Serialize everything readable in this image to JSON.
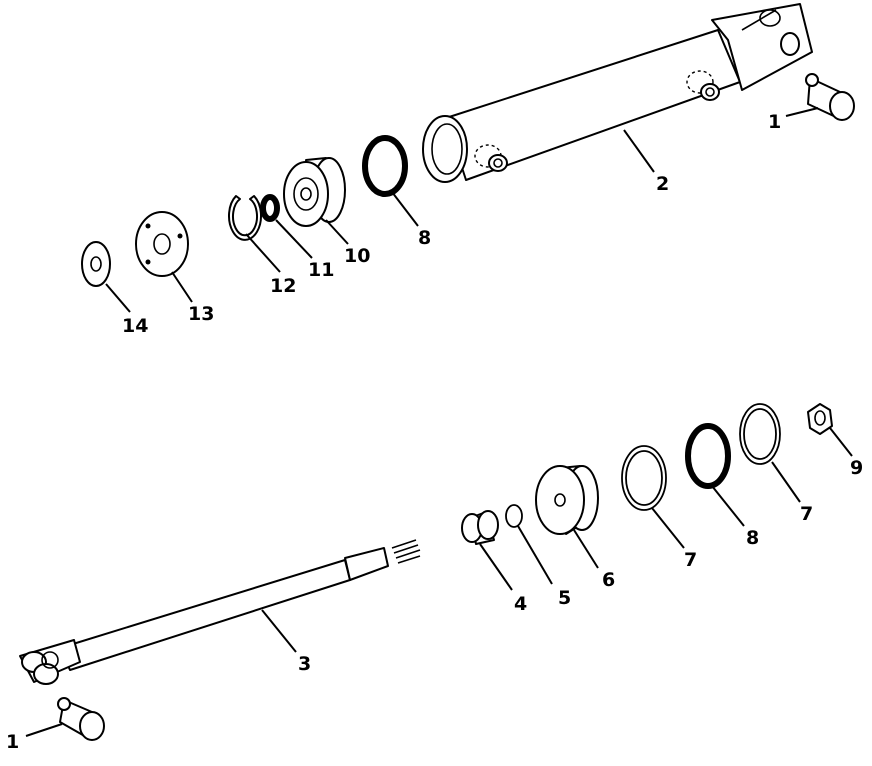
{
  "diagram": {
    "type": "exploded-parts-view",
    "callouts": [
      {
        "id": "c1a",
        "label": "1"
      },
      {
        "id": "c1b",
        "label": "1"
      },
      {
        "id": "c2",
        "label": "2"
      },
      {
        "id": "c3",
        "label": "3"
      },
      {
        "id": "c4",
        "label": "4"
      },
      {
        "id": "c5",
        "label": "5"
      },
      {
        "id": "c6",
        "label": "6"
      },
      {
        "id": "c7a",
        "label": "7"
      },
      {
        "id": "c7b",
        "label": "7"
      },
      {
        "id": "c8a",
        "label": "8"
      },
      {
        "id": "c8b",
        "label": "8"
      },
      {
        "id": "c9",
        "label": "9"
      },
      {
        "id": "c10",
        "label": "10"
      },
      {
        "id": "c11",
        "label": "11"
      },
      {
        "id": "c12",
        "label": "12"
      },
      {
        "id": "c13",
        "label": "13"
      },
      {
        "id": "c14",
        "label": "14"
      }
    ]
  }
}
